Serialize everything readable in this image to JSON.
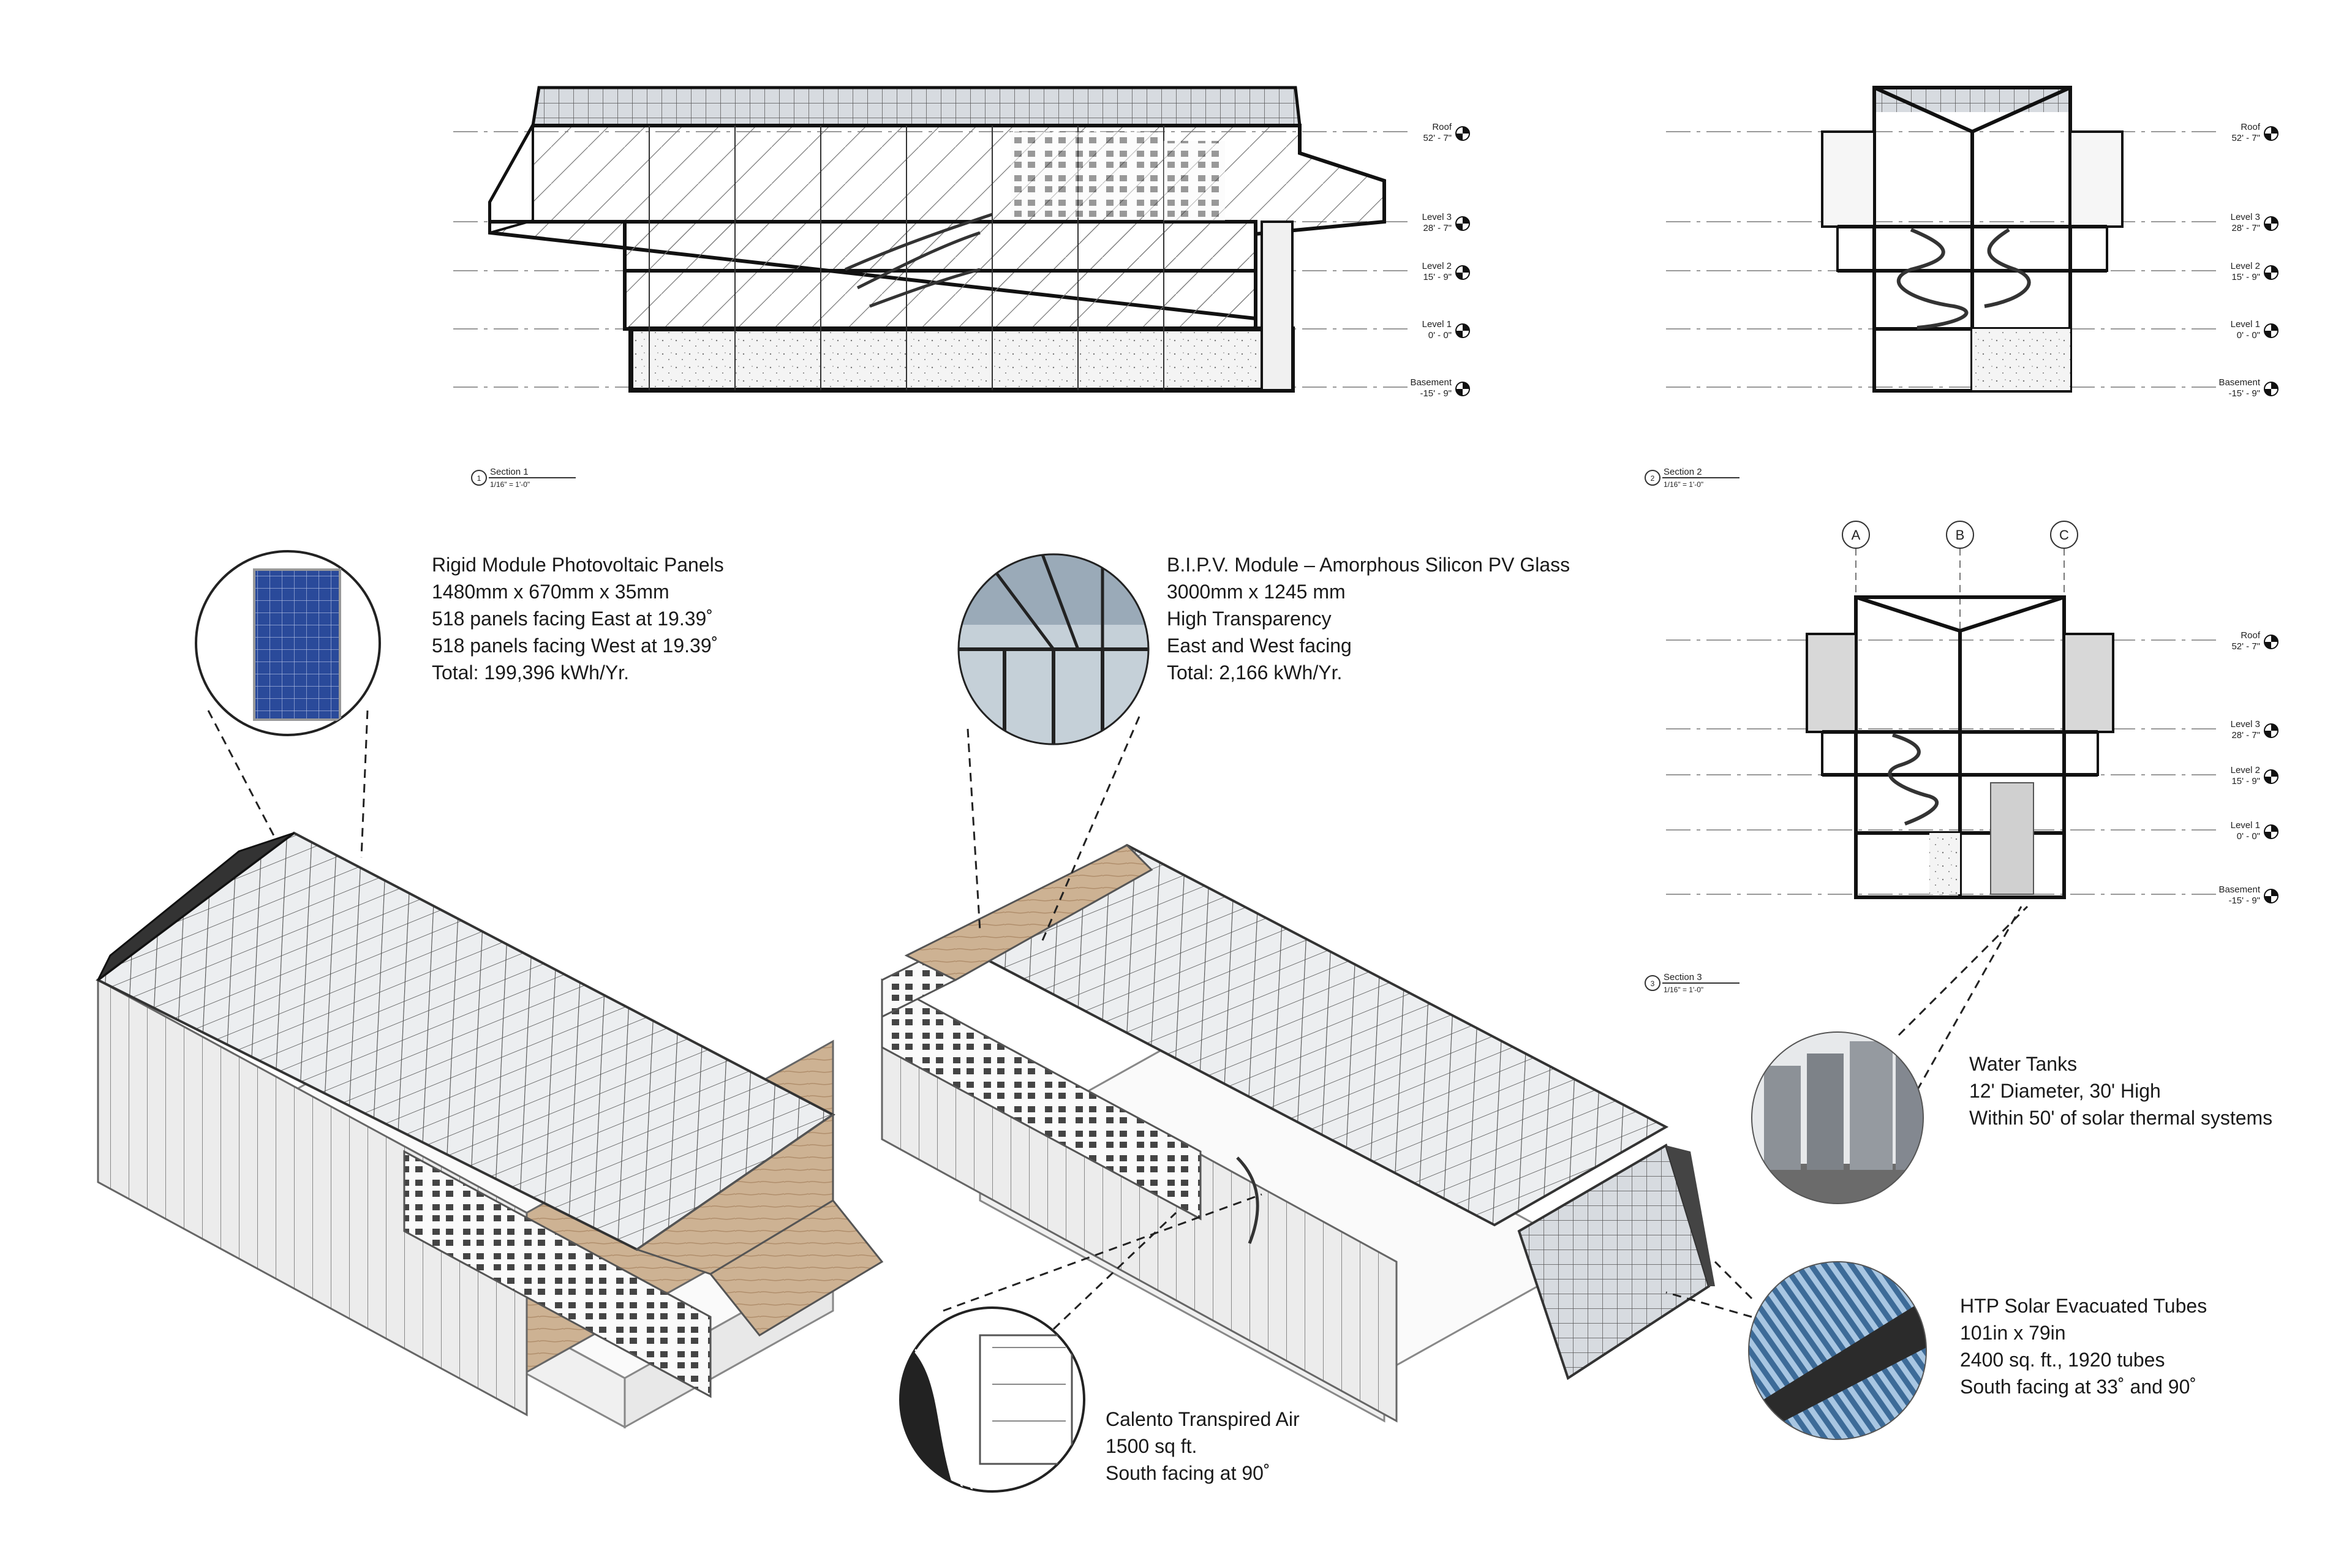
{
  "sections": [
    {
      "number": "1",
      "title": "Section 1",
      "scale": "1/16\" = 1'-0\"",
      "levels": [
        {
          "name": "Roof",
          "elev": "52' - 7\""
        },
        {
          "name": "Level 3",
          "elev": "28' - 7\""
        },
        {
          "name": "Level 2",
          "elev": "15' - 9\""
        },
        {
          "name": "Level 1",
          "elev": "0' - 0\""
        },
        {
          "name": "Basement",
          "elev": "-15' - 9\""
        }
      ]
    },
    {
      "number": "2",
      "title": "Section 2",
      "scale": "1/16\" = 1'-0\"",
      "levels": [
        {
          "name": "Roof",
          "elev": "52' - 7\""
        },
        {
          "name": "Level 3",
          "elev": "28' - 7\""
        },
        {
          "name": "Level 2",
          "elev": "15' - 9\""
        },
        {
          "name": "Level 1",
          "elev": "0' - 0\""
        },
        {
          "name": "Basement",
          "elev": "-15' - 9\""
        }
      ]
    },
    {
      "number": "3",
      "title": "Section 3",
      "scale": "1/16\" = 1'-0\"",
      "grid_labels": [
        "A",
        "B",
        "C"
      ],
      "levels": [
        {
          "name": "Roof",
          "elev": "52' - 7\""
        },
        {
          "name": "Level 3",
          "elev": "28' - 7\""
        },
        {
          "name": "Level 2",
          "elev": "15' - 9\""
        },
        {
          "name": "Level 1",
          "elev": "0' - 0\""
        },
        {
          "name": "Basement",
          "elev": "-15' - 9\""
        }
      ]
    }
  ],
  "callouts": {
    "pv_panels": {
      "title": "Rigid Module Photovoltaic Panels",
      "lines": [
        "1480mm x 670mm x 35mm",
        "518 panels facing East at 19.39˚",
        "518 panels facing West at 19.39˚",
        "Total: 199,396 kWh/Yr."
      ]
    },
    "bipv": {
      "title": "B.I.P.V. Module – Amorphous Silicon PV Glass",
      "lines": [
        "3000mm x 1245 mm",
        "High Transparency",
        "East and West facing",
        "Total: 2,166 kWh/Yr."
      ]
    },
    "water_tanks": {
      "title": "Water Tanks",
      "lines": [
        "12' Diameter, 30' High",
        "Within 50' of solar thermal systems"
      ]
    },
    "evacuated_tubes": {
      "title": "HTP Solar Evacuated Tubes",
      "lines": [
        "101in x 79in",
        "2400 sq. ft., 1920 tubes",
        "South facing at 33˚ and 90˚"
      ]
    },
    "transpired_air": {
      "title": "Calento Transpired Air",
      "lines": [
        "1500 sq ft.",
        "South facing at 90˚"
      ]
    }
  },
  "colors": {
    "line": "#1a1a1a",
    "pv_blue": "#2a4a9a",
    "wood": "#c8a987",
    "glass": "#e6e9ec",
    "tank": "#8a8f95",
    "tube": "#5a87b0"
  }
}
